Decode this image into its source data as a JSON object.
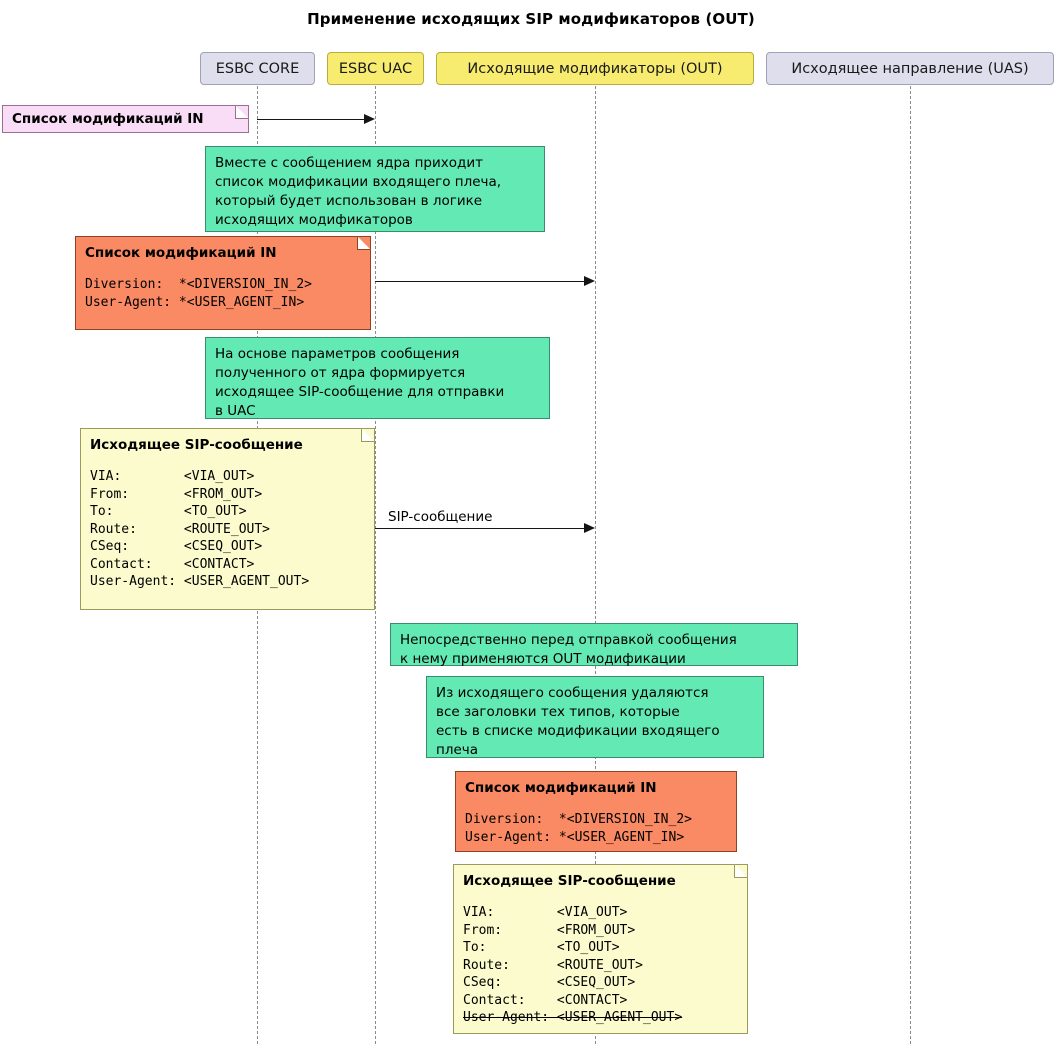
{
  "title": "Применение исходящих SIP модификаторов (OUT)",
  "colors": {
    "participant_lavender": "#DEDEEC",
    "participant_yellow": "#F7EC70",
    "note_green": "#62E9B4",
    "note_pink": "#F9DCF6",
    "note_orange": "#FA8A64",
    "note_yellow": "#FBFBCE",
    "lifeline": "#8A8A8A",
    "arrow": "#151515"
  },
  "participants": [
    {
      "label": "ESBC CORE",
      "style": "lavender"
    },
    {
      "label": "ESBC UAC",
      "style": "yellow"
    },
    {
      "label": "Исходящие модификаторы (OUT)",
      "style": "yellow"
    },
    {
      "label": "Исходящее направление (UAS)",
      "style": "lavender"
    }
  ],
  "messages": [
    {
      "label": "",
      "from": "ESBC CORE",
      "to": "ESBC UAC"
    },
    {
      "label": "",
      "from": "ESBC UAC",
      "to": "Исходящие модификаторы (OUT)"
    },
    {
      "label": "SIP-сообщение",
      "from": "ESBC UAC",
      "to": "Исходящие модификаторы (OUT)"
    }
  ],
  "notes": {
    "pink_mod_list_in": {
      "title": "Список модификаций IN"
    },
    "green_1": {
      "lines": [
        "Вместе с сообщением ядра приходит",
        "список модификации входящего плеча,",
        "который будет использован в логике",
        "исходящих модификаторов"
      ]
    },
    "orange_1": {
      "title": "Список модификаций IN",
      "lines": [
        "Diversion:  *<DIVERSION_IN_2>",
        "User-Agent: *<USER_AGENT_IN>"
      ]
    },
    "green_2": {
      "lines": [
        "На основе параметров сообщения",
        "полученного от ядра формируется",
        "исходящее SIP-сообщение для отправки",
        "в UAC"
      ]
    },
    "yellow_1": {
      "title": "Исходящее SIP-сообщение",
      "lines": [
        "VIA:        <VIA_OUT>",
        "From:       <FROM_OUT>",
        "To:         <TO_OUT>",
        "Route:      <ROUTE_OUT>",
        "CSeq:       <CSEQ_OUT>",
        "Contact:    <CONTACT>",
        "User-Agent: <USER_AGENT_OUT>"
      ]
    },
    "green_3": {
      "lines": [
        "Непосредственно перед отправкой сообщения",
        "к нему применяются OUT модификации"
      ]
    },
    "green_4": {
      "lines": [
        "Из исходящего сообщения удаляются",
        "все заголовки тех типов, которые",
        "есть в списке модификации входящего",
        "плеча"
      ]
    },
    "orange_2": {
      "title": "Список модификаций IN",
      "lines": [
        "Diversion:  *<DIVERSION_IN_2>",
        "User-Agent: *<USER_AGENT_IN>"
      ]
    },
    "yellow_2": {
      "title": "Исходящее SIP-сообщение",
      "lines": [
        "VIA:        <VIA_OUT>",
        "From:       <FROM_OUT>",
        "To:         <TO_OUT>",
        "Route:      <ROUTE_OUT>",
        "CSeq:       <CSEQ_OUT>",
        "Contact:    <CONTACT>"
      ],
      "struck_line": "User-Agent: <USER_AGENT_OUT>"
    }
  }
}
